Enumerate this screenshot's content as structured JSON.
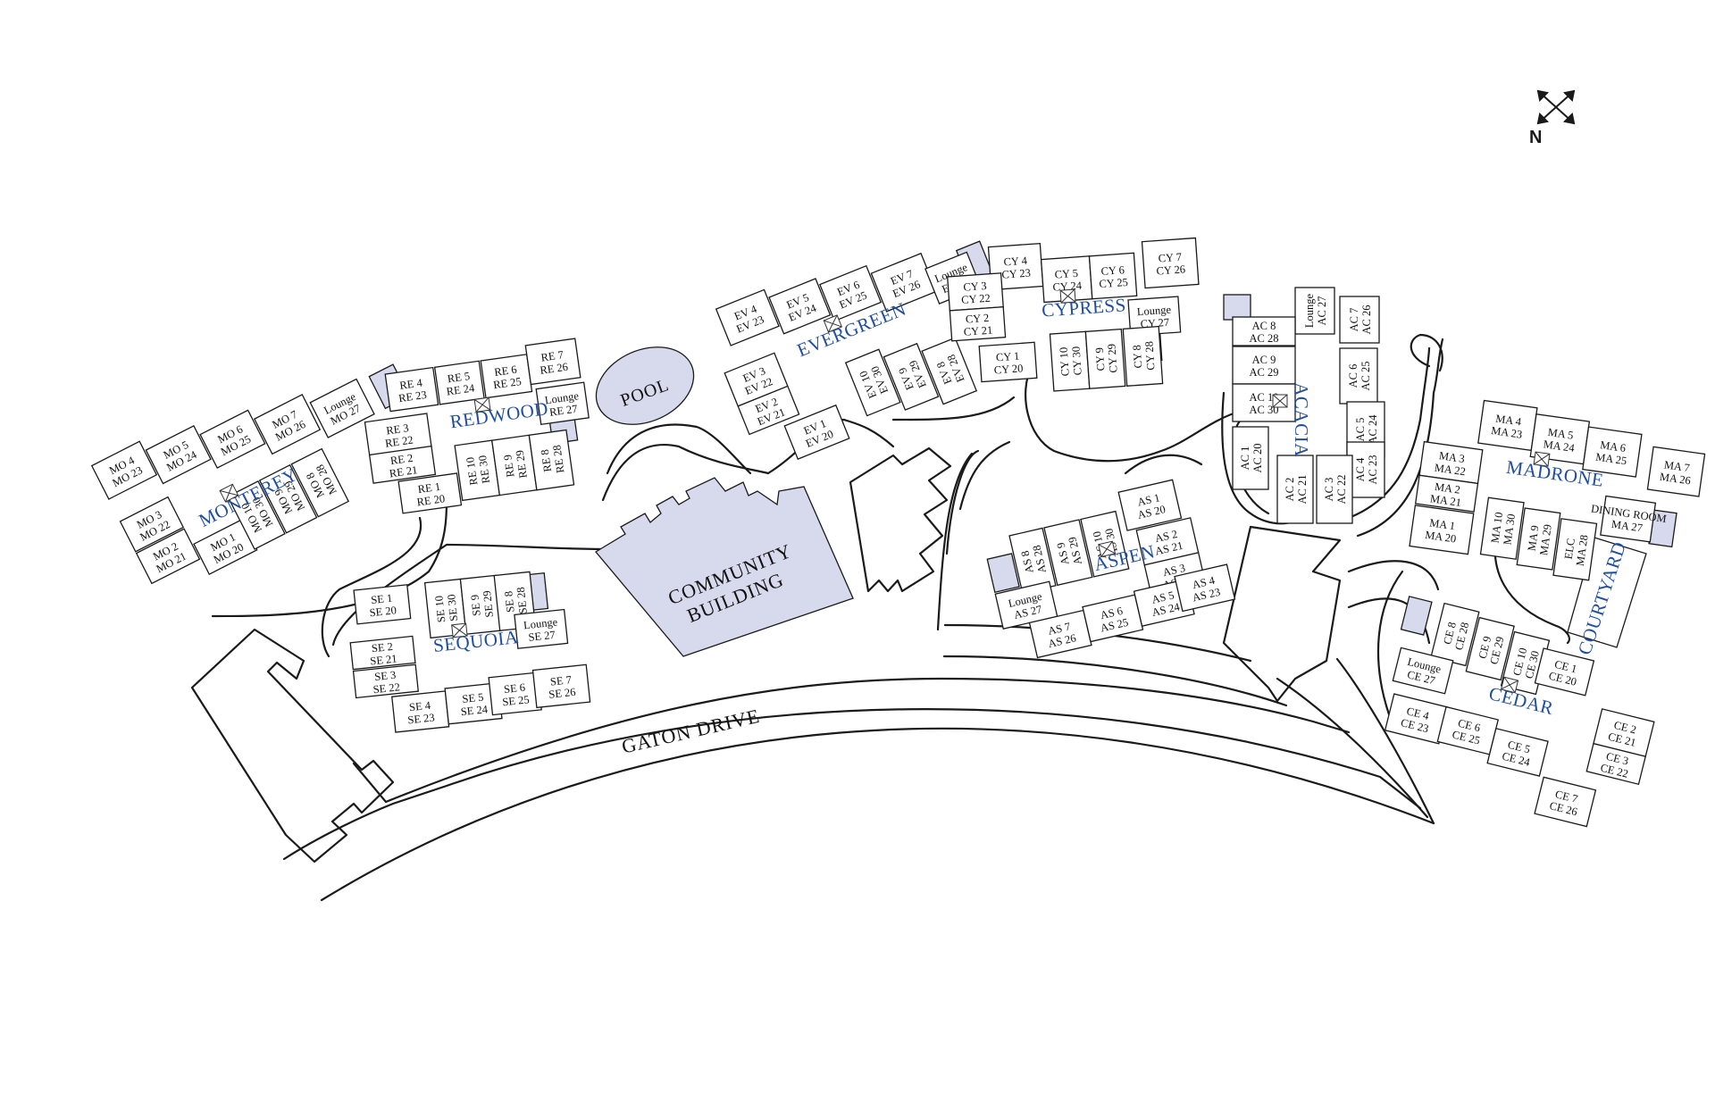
{
  "compass": {
    "letter": "N",
    "icon": "compass-arrows-icon"
  },
  "road": {
    "label": "GATON DRIVE"
  },
  "pool": {
    "label": "POOL"
  },
  "community": {
    "line1": "COMMUNITY",
    "line2": "BUILDING"
  },
  "courtyard": {
    "label": "COURTYARD"
  },
  "colors": {
    "building_name": "#1f4ea0",
    "shade": "#d7d9ec",
    "line": "#1a1a1a"
  },
  "buildings": {
    "monterey": {
      "name": "MONTEREY",
      "units": [
        [
          "MO 4",
          "MO 23"
        ],
        [
          "MO 5",
          "MO 24"
        ],
        [
          "MO 6",
          "MO 25"
        ],
        [
          "MO 7",
          "MO 26"
        ],
        [
          "Lounge",
          "MO 27"
        ],
        [
          "MO 3",
          "MO 22"
        ],
        [
          "MO 2",
          "MO 21"
        ],
        [
          "MO 1",
          "MO 20"
        ],
        [
          "MO 10",
          "MO 30"
        ],
        [
          "MO 9",
          "MO 29"
        ],
        [
          "MO 8",
          "MO 28"
        ]
      ]
    },
    "redwood": {
      "name": "REDWOOD",
      "units": [
        [
          "RE 4",
          "RE 23"
        ],
        [
          "RE 5",
          "RE 24"
        ],
        [
          "RE 6",
          "RE 25"
        ],
        [
          "RE 7",
          "RE 26"
        ],
        [
          "Lounge",
          "RE 27"
        ],
        [
          "RE 3",
          "RE 22"
        ],
        [
          "RE 2",
          "RE 21"
        ],
        [
          "RE 1",
          "RE 20"
        ],
        [
          "RE 10",
          "RE 30"
        ],
        [
          "RE 9",
          "RE 29"
        ],
        [
          "RE 8",
          "RE 28"
        ]
      ]
    },
    "sequoia": {
      "name": "SEQUOIA",
      "units": [
        [
          "SE 1",
          "SE 20"
        ],
        [
          "SE 10",
          "SE 30"
        ],
        [
          "SE 9",
          "SE 29"
        ],
        [
          "SE 8",
          "SE 28"
        ],
        [
          "Lounge",
          "SE 27"
        ],
        [
          "SE 2",
          "SE 21"
        ],
        [
          "SE 3",
          "SE 22"
        ],
        [
          "SE 4",
          "SE 23"
        ],
        [
          "SE 5",
          "SE 24"
        ],
        [
          "SE 6",
          "SE 25"
        ],
        [
          "SE 7",
          "SE 26"
        ]
      ]
    },
    "evergreen": {
      "name": "EVERGREEN",
      "units": [
        [
          "EV 4",
          "EV 23"
        ],
        [
          "EV 5",
          "EV 24"
        ],
        [
          "EV 6",
          "EV 25"
        ],
        [
          "EV 7",
          "EV 26"
        ],
        [
          "Lounge",
          "EV 27"
        ],
        [
          "EV 3",
          "EV 22"
        ],
        [
          "EV 2",
          "EV 21"
        ],
        [
          "EV 1",
          "EV 20"
        ],
        [
          "EV 10",
          "EV 30"
        ],
        [
          "EV 9",
          "EV 29"
        ],
        [
          "EV 8",
          "EV 28"
        ]
      ]
    },
    "cypress": {
      "name": "CYPRESS",
      "units": [
        [
          "CY 4",
          "CY 23"
        ],
        [
          "CY 5",
          "CY 24"
        ],
        [
          "CY 6",
          "CY 25"
        ],
        [
          "CY 7",
          "CY 26"
        ],
        [
          "Lounge",
          "CY 27"
        ],
        [
          "CY 3",
          "CY 22"
        ],
        [
          "CY 2",
          "CY 21"
        ],
        [
          "CY 1",
          "CY 20"
        ],
        [
          "CY 10",
          "CY 30"
        ],
        [
          "CY 9",
          "CY 29"
        ],
        [
          "CY 8",
          "CY 28"
        ]
      ]
    },
    "acacia": {
      "name": "ACACIA",
      "units": [
        [
          "Lounge",
          "AC 27"
        ],
        [
          "AC 7",
          "AC 26"
        ],
        [
          "AC 8",
          "AC 28"
        ],
        [
          "AC 9",
          "AC 29"
        ],
        [
          "AC 6",
          "AC 25"
        ],
        [
          "AC 10",
          "AC 30"
        ],
        [
          "AC 5",
          "AC 24"
        ],
        [
          "AC 4",
          "AC 23"
        ],
        [
          "AC 1",
          "AC 20"
        ],
        [
          "AC 2",
          "AC 21"
        ],
        [
          "AC 3",
          "AC 22"
        ]
      ]
    },
    "aspen": {
      "name": "ASPEN",
      "units": [
        [
          "AS 8",
          "AS 28"
        ],
        [
          "AS 9",
          "AS 29"
        ],
        [
          "AS 10",
          "AS 30"
        ],
        [
          "AS 1",
          "AS 20"
        ],
        [
          "AS 2",
          "AS 21"
        ],
        [
          "AS 3",
          "AS 22"
        ],
        [
          "Lounge",
          "AS 27"
        ],
        [
          "AS 7",
          "AS 26"
        ],
        [
          "AS 6",
          "AS 25"
        ],
        [
          "AS 5",
          "AS 24"
        ],
        [
          "AS 4",
          "AS 23"
        ]
      ]
    },
    "madrone": {
      "name": "MADRONE",
      "units": [
        [
          "MA 4",
          "MA 23"
        ],
        [
          "MA 5",
          "MA 24"
        ],
        [
          "MA 6",
          "MA 25"
        ],
        [
          "MA 7",
          "MA 26"
        ],
        [
          "MA 3",
          "MA 22"
        ],
        [
          "MA 2",
          "MA 21"
        ],
        [
          "MA 1",
          "MA 20"
        ],
        [
          "MA 10",
          "MA 30"
        ],
        [
          "MA 9",
          "MA 29"
        ],
        [
          "ELC",
          "MA 28"
        ],
        [
          "DINING ROOM",
          "MA 27"
        ]
      ]
    },
    "cedar": {
      "name": "CEDAR",
      "units": [
        [
          "CE 8",
          "CE 28"
        ],
        [
          "CE 9",
          "CE 29"
        ],
        [
          "CE 10",
          "CE 30"
        ],
        [
          "CE 1",
          "CE 20"
        ],
        [
          "Lounge",
          "CE 27"
        ],
        [
          "CE 2",
          "CE 21"
        ],
        [
          "CE 3",
          "CE 22"
        ],
        [
          "CE 4",
          "CE 23"
        ],
        [
          "CE 6",
          "CE 25"
        ],
        [
          "CE 5",
          "CE 24"
        ],
        [
          "CE 7",
          "CE 26"
        ]
      ]
    }
  }
}
